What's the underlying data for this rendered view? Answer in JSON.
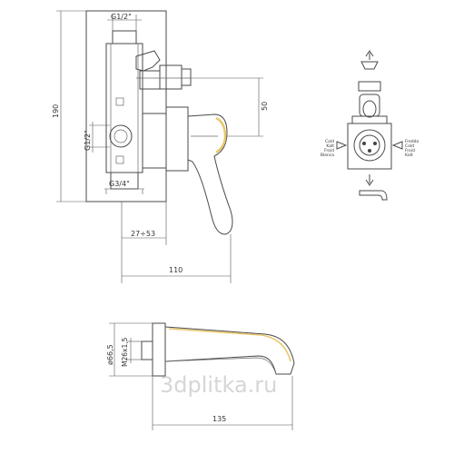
{
  "dimensions": {
    "top_thread": "G1/2\"",
    "side_thread": "G1/2\"",
    "bottom_thread": "G3/4\"",
    "height_total": "190",
    "spacing_50": "50",
    "range": "27÷53",
    "depth_110": "110",
    "spout_diameter": "ø66,5",
    "spout_thread": "M26x1,5",
    "spout_length": "135"
  },
  "function_labels": {
    "cold": [
      "Cold",
      "Kalt",
      "Froid",
      "Blanca"
    ],
    "hot": [
      "Freddo",
      "Cold",
      "Froid",
      "Kalt"
    ]
  },
  "watermark": "3dplitka.ru",
  "colors": {
    "line": "#4a4a4a",
    "accent": "#e8c86a"
  }
}
